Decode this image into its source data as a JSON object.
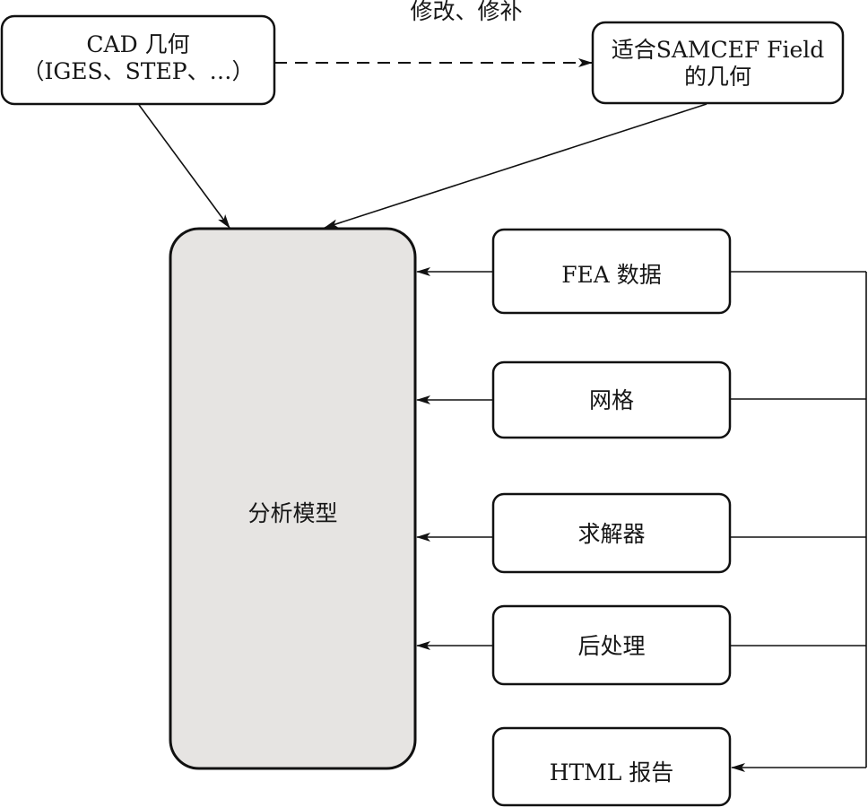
{
  "diagram": {
    "nodes": {
      "cad_geometry": {
        "line1": "CAD 几何",
        "line2": "（IGES、STEP、…）"
      },
      "samcef_geometry": {
        "line1": "适合SAMCEF Field",
        "line2": "的几何"
      },
      "analysis_model": {
        "label": "分析模型"
      },
      "fea_data": {
        "label": "FEA 数据"
      },
      "mesh": {
        "label": "网格"
      },
      "solver": {
        "label": "求解器"
      },
      "postprocessing": {
        "label": "后处理"
      },
      "html_report": {
        "label": "HTML 报告"
      }
    },
    "edge_labels": {
      "modify_repair": "修改、修补"
    },
    "edges": [
      {
        "from": "cad_geometry",
        "to": "samcef_geometry",
        "style": "dashed",
        "label": "修改、修补"
      },
      {
        "from": "cad_geometry",
        "to": "analysis_model",
        "style": "solid"
      },
      {
        "from": "samcef_geometry",
        "to": "analysis_model",
        "style": "solid"
      },
      {
        "from": "fea_data",
        "to": "analysis_model",
        "style": "solid"
      },
      {
        "from": "mesh",
        "to": "analysis_model",
        "style": "solid"
      },
      {
        "from": "solver",
        "to": "analysis_model",
        "style": "solid"
      },
      {
        "from": "postprocessing",
        "to": "analysis_model",
        "style": "solid"
      },
      {
        "from": "fea_data",
        "to": "html_report",
        "style": "solid",
        "via": "right-bus"
      },
      {
        "from": "mesh",
        "to": "html_report",
        "style": "solid",
        "via": "right-bus"
      },
      {
        "from": "solver",
        "to": "html_report",
        "style": "solid",
        "via": "right-bus"
      },
      {
        "from": "postprocessing",
        "to": "html_report",
        "style": "solid",
        "via": "right-bus"
      }
    ],
    "colors": {
      "stroke": "#111111",
      "analysis_model_fill": "#e6e4e2",
      "box_fill": "#ffffff"
    }
  }
}
